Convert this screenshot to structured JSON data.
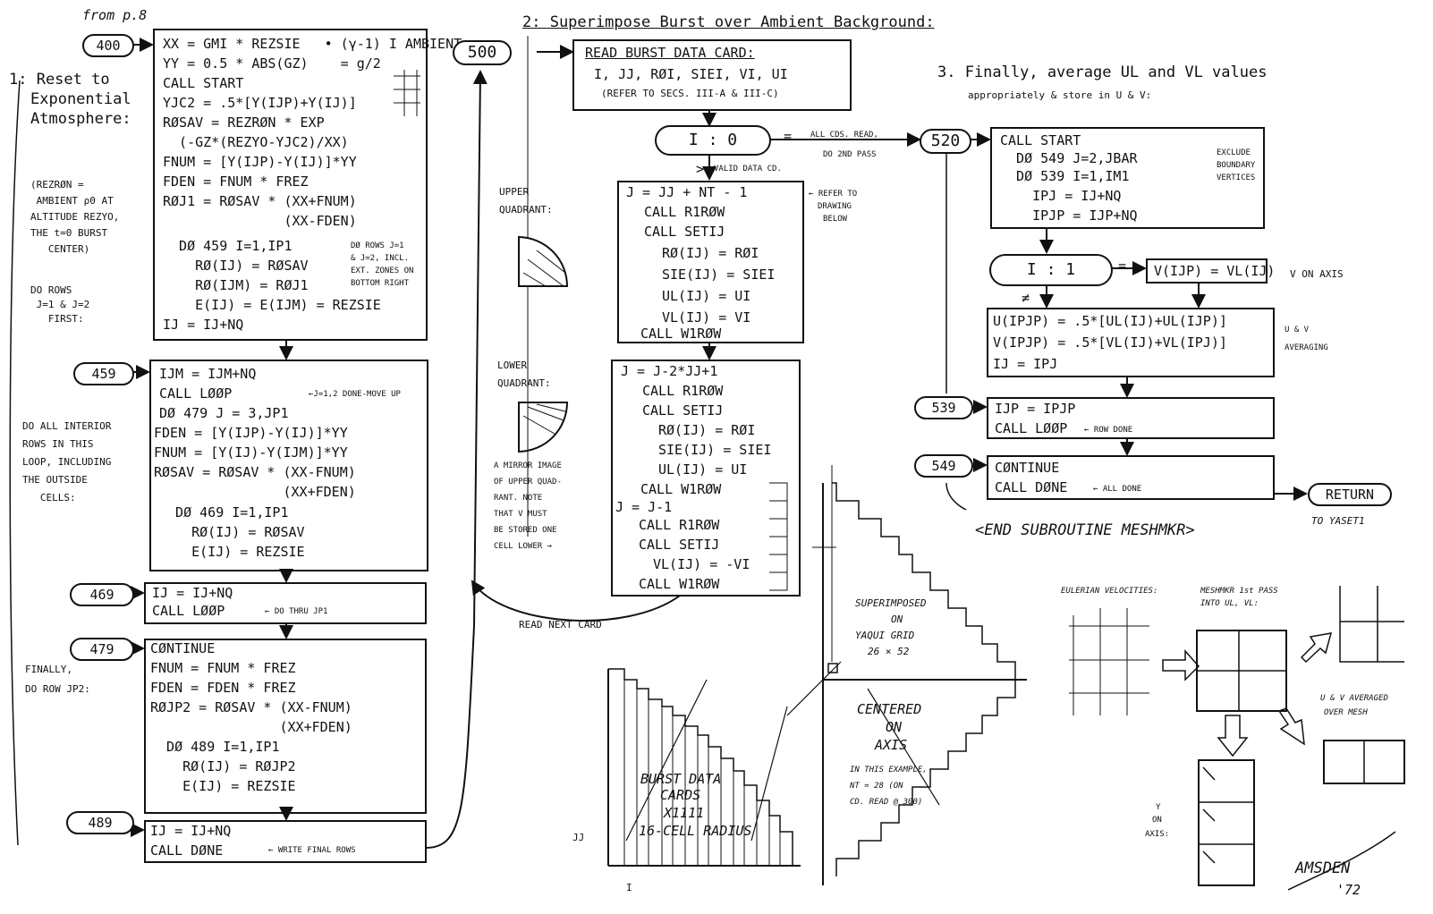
{
  "page_note": "from p.8",
  "sec1": {
    "title": [
      "1: Reset to",
      "Exponential",
      "Atmosphere:"
    ],
    "note": [
      "(REZRØN =",
      " AMBIENT ρ0 AT",
      "ALTITUDE REZYO,",
      "THE t=0 BURST",
      "   CENTER)"
    ],
    "note2": [
      "DO ROWS",
      " J=1 & J=2",
      "   FIRST:"
    ],
    "note3": [
      "DO ALL INTERIOR",
      "ROWS IN THIS",
      "LOOP, INCLUDING",
      "THE OUTSIDE",
      "   CELLS:"
    ],
    "note4": [
      "FINALLY,",
      "DO ROW JP2:"
    ]
  },
  "n400": "400",
  "box400": [
    "XX = GMI * REZSIE   • (γ-1) I AMBIENT",
    "YY = 0.5 * ABS(GZ)    = g/2",
    "CALL START",
    "YJC2 = .5*[Y(IJP)+Y(IJ)]",
    "RØSAV = REZRØN * EXP",
    "  (-GZ*(REZYO-YJC2)/XX)",
    "FNUM = [Y(IJP)-Y(IJ)]*YY",
    "FDEN = FNUM * FREZ",
    "RØJ1 = RØSAV * (XX+FNUM)",
    "               (XX-FDEN)",
    "  DØ 459 I=1,IP1",
    "    RØ(IJ) = RØSAV",
    "    RØ(IJM) = RØJ1",
    "    E(IJ) = E(IJM) = REZSIE",
    "IJ = IJ+NQ"
  ],
  "box400_side": [
    "DØ ROWS J=1",
    "& J=2, INCL.",
    "EXT. ZONES ON",
    "BOTTOM RIGHT"
  ],
  "n459": "459",
  "box459": [
    "IJM = IJM+NQ",
    "CALL LØØP",
    "DØ 479 J = 3,JP1",
    "FDEN = [Y(IJP)-Y(IJ)]*YY",
    "FNUM = [Y(IJ)-Y(IJM)]*YY",
    "RØSAV = RØSAV * (XX-FNUM)",
    "                (XX+FDEN)",
    "  DØ 469 I=1,IP1",
    "    RØ(IJ) = RØSAV",
    "    E(IJ) = REZSIE"
  ],
  "box459_note": "←J=1,2 DONE-MOVE UP",
  "n469": "469",
  "box469": [
    "IJ = IJ+NQ",
    "CALL LØØP"
  ],
  "box469_note": "← DO THRU JP1",
  "n479": "479",
  "box479": [
    "CØNTINUE",
    "FNUM = FNUM * FREZ",
    "FDEN = FDEN * FREZ",
    "RØJP2 = RØSAV * (XX-FNUM)",
    "                (XX+FDEN)",
    "  DØ 489 I=1,IP1",
    "    RØ(IJ) = RØJP2",
    "    E(IJ) = REZSIE"
  ],
  "n489": "489",
  "box489": [
    "IJ = IJ+NQ",
    "CALL DØNE"
  ],
  "box489_note": "← WRITE FINAL ROWS",
  "sec2": {
    "title": "2: Superimpose Burst over Ambient Background:",
    "n500": "500",
    "read_box": [
      "READ BURST DATA CARD:",
      "I, JJ, RØI, SIEI, VI, UI",
      "(REFER TO SECS. III-A & III-C)"
    ],
    "cond": "I : 0",
    "cond_eq": "=",
    "cond_note": [
      "ALL CDS. READ,",
      "DO 2ND PASS"
    ],
    "cond_gt": ">",
    "cond_gt_note": "VALID DATA CD.",
    "upper_label": [
      "UPPER",
      "QUADRANT:"
    ],
    "upper_box": [
      "J = JJ + NT - 1",
      "CALL R1RØW",
      "CALL SETIJ",
      "RØ(IJ) = RØI",
      "SIE(IJ) = SIEI",
      "UL(IJ) = UI",
      "VL(IJ) = VI",
      "CALL W1RØW"
    ],
    "upper_note": [
      "← REFER TO",
      "DRAWING",
      "BELOW"
    ],
    "lower_label": [
      "LOWER",
      "QUADRANT:"
    ],
    "lower_box": [
      "J = J-2*JJ+1",
      "CALL R1RØW",
      "CALL SETIJ",
      "RØ(IJ) = RØI",
      "SIE(IJ) = SIEI",
      "UL(IJ) = UI",
      "CALL W1RØW",
      "J = J-1",
      "CALL R1RØW",
      "CALL SETIJ",
      "VL(IJ) = -VI",
      "CALL W1RØW"
    ],
    "mirror_note": [
      "A MIRROR IMAGE",
      "OF UPPER QUAD-",
      "RANT. NOTE",
      "THAT V MUST",
      "BE STORED ONE",
      "CELL LOWER →"
    ],
    "read_next": "READ NEXT CARD",
    "burst_text": [
      "BURST DATA",
      "CARDS",
      "X1111",
      "16-CELL RADIUS"
    ],
    "super_text": [
      "SUPERIMPOSED",
      "ON",
      "YAQUI GRID",
      "26 × 52"
    ],
    "centered_text": [
      "CENTERED",
      "ON",
      "AXIS"
    ],
    "example_text": [
      "IN THIS EXAMPLE,",
      "NT = 28 (ON",
      "CD. READ @ 300)"
    ],
    "jj_label": "JJ",
    "i_label": "I"
  },
  "sec3": {
    "title": [
      "3. Finally, average UL and VL values",
      "appropriately & store in U & V:"
    ],
    "n520": "520",
    "start_box": [
      "CALL START",
      "  DØ 549 J=2,JBAR",
      "  DØ 539 I=1,IM1",
      "    IPJ = IJ+NQ",
      "    IPJP = IJP+NQ"
    ],
    "exclude_note": [
      "EXCLUDE",
      "BOUNDARY",
      "VERTICES"
    ],
    "cond": "I : 1",
    "cond_eq": "=",
    "axis_box": "V(IJP) = VL(IJ)",
    "axis_note": "V ON AXIS",
    "cond_ne": "≠",
    "avg_box": [
      "U(IPJP) = .5*[UL(IJ)+UL(IJP)]",
      "V(IPJP) = .5*[VL(IJ)+VL(IPJ)]",
      "IJ = IPJ"
    ],
    "avg_note": [
      "U & V",
      "AVERAGING"
    ],
    "n539": "539",
    "box539": [
      "IJP = IPJP",
      "CALL LØØP"
    ],
    "box539_note": "← ROW DONE",
    "n549": "549",
    "box549": [
      "CØNTINUE",
      "CALL DØNE"
    ],
    "box549_note": "← ALL DONE",
    "return": "RETURN",
    "return_note": "TO YASET1",
    "end": "<END SUBROUTINE MESHMKR>",
    "eulerian": "EULERIAN VELOCITIES:",
    "meshmkr_pass": [
      "MESHMKR 1st PASS",
      "INTO UL, VL:"
    ],
    "uv_avg": [
      "U & V AVERAGED",
      "OVER MESH"
    ],
    "y_axis": [
      "Y",
      "ON",
      "AXIS:"
    ],
    "signature": [
      "AMSDEN",
      "'72"
    ]
  }
}
